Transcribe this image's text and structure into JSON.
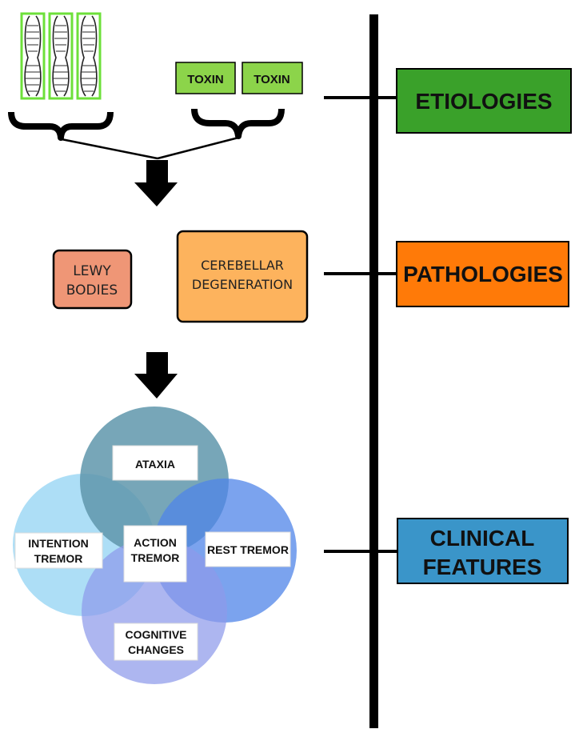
{
  "colors": {
    "etiologies": "#3aa12a",
    "pathologies": "#ff7a08",
    "clinical": "#3a95c9",
    "toxin": "#8cd44a",
    "chromosome_border": "#6de03a",
    "lewy": "#ef9676",
    "cerebellar": "#fdb35d",
    "circle_top": "#5f97ac",
    "circle_left": "#9fd8f4",
    "circle_right": "#4f84e8",
    "circle_bottom": "#8d9aea"
  },
  "icons": {
    "chromosome": "chromosome-icon",
    "brace": "curly-brace-icon",
    "arrow": "down-arrow-icon"
  },
  "etiologies": {
    "label": "ETIOLOGIES",
    "toxin_1": "TOXIN",
    "toxin_2": "TOXIN"
  },
  "pathologies": {
    "label": "PATHOLOGIES",
    "lewy_line1": "LEWY",
    "lewy_line2": "BODIES",
    "cerebellar_line1": "CEREBELLAR",
    "cerebellar_line2": "DEGENERATION"
  },
  "clinical": {
    "label_line1": "CLINICAL",
    "label_line2": "FEATURES",
    "ataxia": "ATAXIA",
    "intention_line1": "INTENTION",
    "intention_line2": "TREMOR",
    "action_line1": "ACTION",
    "action_line2": "TREMOR",
    "rest": "REST TREMOR",
    "cognitive_line1": "COGNITIVE",
    "cognitive_line2": "CHANGES"
  }
}
